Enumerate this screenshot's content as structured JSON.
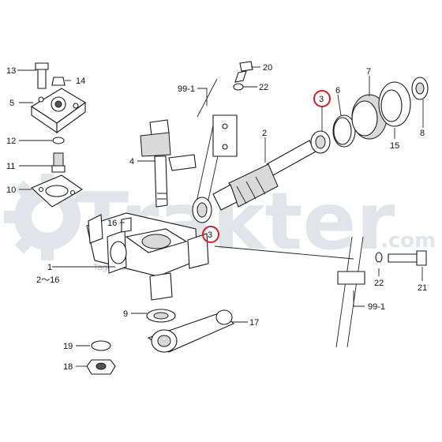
{
  "watermark": {
    "brand": "Trakter",
    "suffix": ".com",
    "tagline": "Tagtasamoru",
    "color": "#c9ced6"
  },
  "callouts": [
    {
      "id": "13",
      "text": "13"
    },
    {
      "id": "14",
      "text": "14"
    },
    {
      "id": "5",
      "text": "5"
    },
    {
      "id": "12",
      "text": "12"
    },
    {
      "id": "11",
      "text": "11"
    },
    {
      "id": "10",
      "text": "10"
    },
    {
      "id": "4",
      "text": "4"
    },
    {
      "id": "99-1a",
      "text": "99-1"
    },
    {
      "id": "20",
      "text": "20"
    },
    {
      "id": "22a",
      "text": "22"
    },
    {
      "id": "2",
      "text": "2"
    },
    {
      "id": "3a",
      "text": "3"
    },
    {
      "id": "6",
      "text": "6"
    },
    {
      "id": "7",
      "text": "7"
    },
    {
      "id": "15",
      "text": "15"
    },
    {
      "id": "8",
      "text": "8"
    },
    {
      "id": "3b",
      "text": "3"
    },
    {
      "id": "16",
      "text": "16"
    },
    {
      "id": "1",
      "text": "1"
    },
    {
      "id": "range",
      "text": "2～16"
    },
    {
      "id": "22b",
      "text": "22"
    },
    {
      "id": "21",
      "text": "21"
    },
    {
      "id": "99-1b",
      "text": "99-1"
    },
    {
      "id": "9",
      "text": "9"
    },
    {
      "id": "17",
      "text": "17"
    },
    {
      "id": "19",
      "text": "19"
    },
    {
      "id": "18",
      "text": "18"
    }
  ],
  "highlight_color": "#d0202a"
}
